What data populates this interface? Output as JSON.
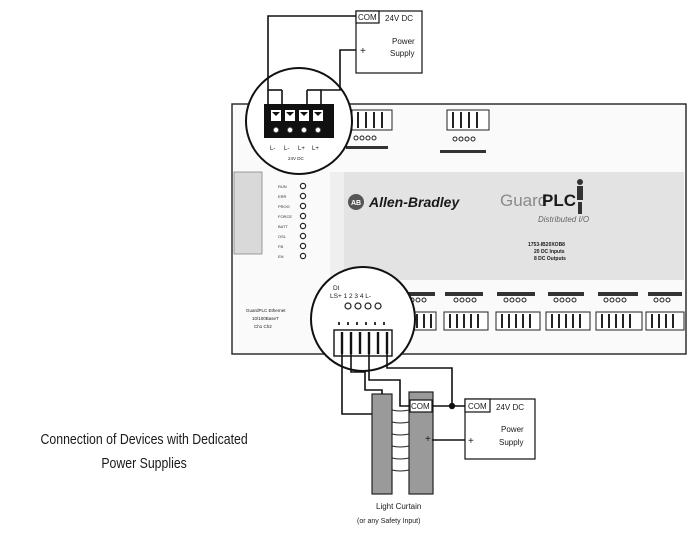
{
  "top_supply": {
    "com": "COM",
    "voltage": "24V DC",
    "plus": "+",
    "name_line1": "Power",
    "name_line2": "Supply"
  },
  "bottom_supply": {
    "com": "COM",
    "voltage": "24V DC",
    "plus": "+",
    "name_line1": "Power",
    "name_line2": "Supply"
  },
  "curtain_terminal": {
    "com": "COM",
    "plus": "+"
  },
  "plc": {
    "brand": "Allen-Bradley",
    "product_light": "Guard",
    "product_bold": "PLC",
    "product_sub": "Distributed I/O",
    "power_pins": [
      "L-",
      "L-",
      "L+",
      "L+"
    ],
    "power_label": "24V DC",
    "model_lines": [
      "1753-IB20XOB8",
      "20 DC Inputs",
      "8 DC Outputs"
    ],
    "io_label_line1": "DI",
    "io_label_line2": "LS+ 1  2  3  4  L-",
    "leds": [
      "RUN",
      "ERR",
      "PROG",
      "FORCE",
      "BATT",
      "OSL",
      "FB",
      "EN"
    ],
    "ethernet_label_line1": "GuardPLC Ethernet",
    "ethernet_label_line2": "10/100BaseT",
    "ethernet_label_line3": "Ch1    Ch2"
  },
  "light_curtain": {
    "name": "Light Curtain",
    "sub": "(or any Safety Input)"
  },
  "caption_line1": "Connection of Devices with Dedicated",
  "caption_line2": "Power Supplies"
}
